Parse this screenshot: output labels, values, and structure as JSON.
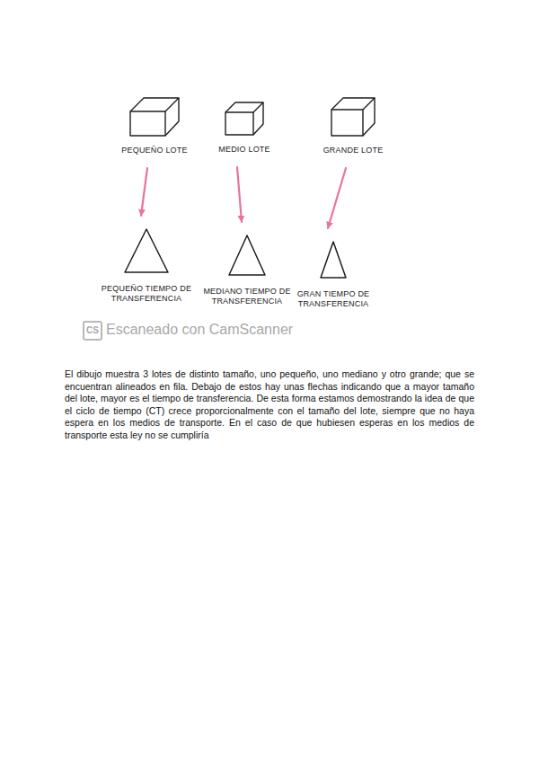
{
  "diagram": {
    "nodes": [
      {
        "text": [
          "PEQUEÑO LOTE"
        ]
      },
      {
        "text": [
          "MEDIO LOTE"
        ]
      },
      {
        "text": [
          "GRANDE LOTE"
        ]
      },
      {
        "text": [
          "PEQUEÑO TIEMPO DE TRANSFERENCIA"
        ]
      },
      {
        "text": [
          "MEDIANO TIEMPO DE TRANSFERENCIA"
        ]
      },
      {
        "text": [
          "GRAN TIEMPO DE TRANSFERENCIA"
        ]
      }
    ],
    "edges": [
      {
        "from": 0,
        "to": 3,
        "arrow": "to"
      },
      {
        "from": 1,
        "to": 4,
        "arrow": "to"
      },
      {
        "from": 2,
        "to": 5,
        "arrow": "to"
      }
    ],
    "labels": [
      "CS",
      "Escaneado con CamScanner",
      "El dibujo muestra 3 lotes de distinto tamaño, uno pequeño, uno mediano y otro grande; que se encuentran alineados en fila. Debajo de estos hay unas flechas indicando que a mayor tamaño del lote, mayor es el tiempo de transferencia. De esta forma estamos demostrando la idea de que el ciclo de tiempo (CT) crece proporcionalmente con el tamaño del lote, siempre que no haya espera en los medios de transporte. En el caso de que hubiesen esperas en los medios de transporte esta ley no se cumpliría"
    ]
  }
}
